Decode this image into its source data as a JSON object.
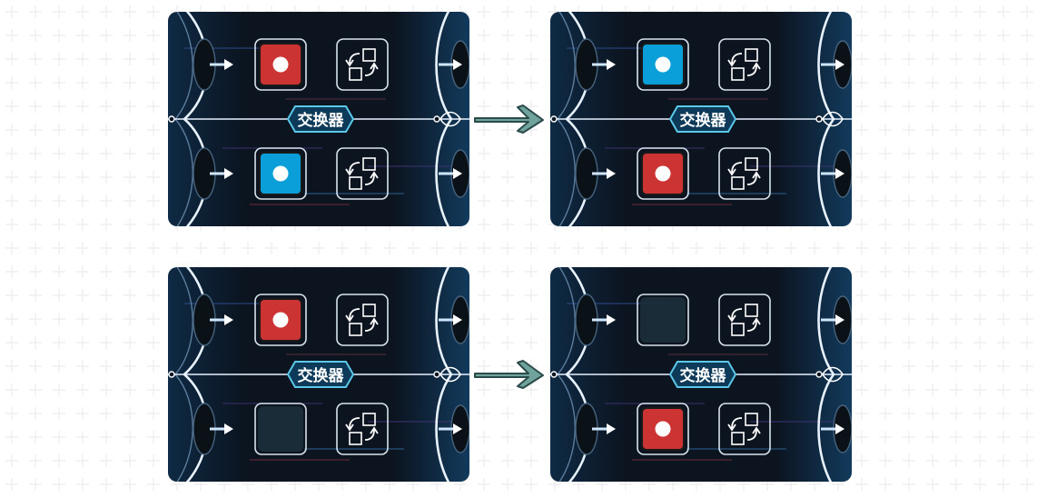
{
  "card_label": "交换器",
  "colors": {
    "red": "#cc3333",
    "blue": "#0a9fd8",
    "panel_bg": "#0d1622",
    "frame": "#e8f2ff",
    "label_bg": "#0e3a5a",
    "label_border": "#5cc8e8",
    "arrow_fill": "#6fa39c",
    "arrow_stroke": "#2a4b4a"
  },
  "examples": [
    {
      "before": {
        "top": "red",
        "bottom": "blue"
      },
      "after": {
        "top": "blue",
        "bottom": "red"
      }
    },
    {
      "before": {
        "top": "red",
        "bottom": "empty"
      },
      "after": {
        "top": "empty",
        "bottom": "red"
      }
    }
  ],
  "icons": [
    "swap-icon",
    "right-arrow-icon",
    "cube-icon"
  ]
}
